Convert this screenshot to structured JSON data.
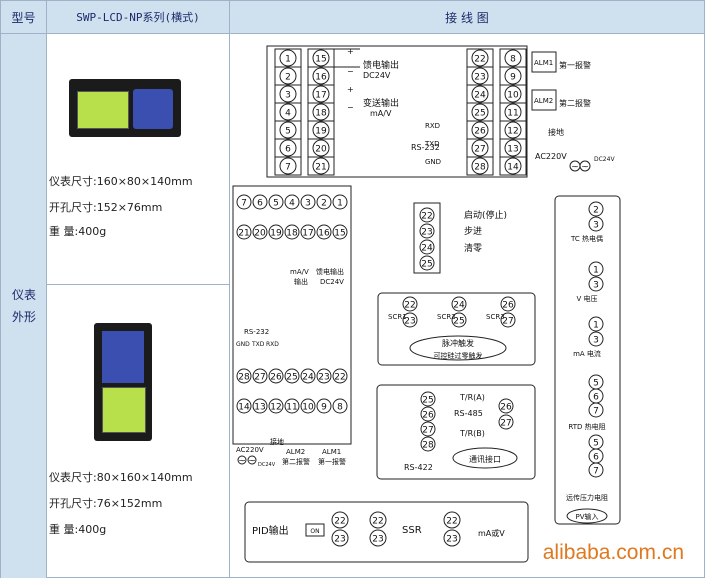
{
  "header": {
    "col_type": "型号",
    "col_model": "SWP-LCD-NP系列(横式)",
    "col_wiring": "接 线 图"
  },
  "row_label": "仪表外形",
  "meter_h": {
    "size": "仪表尺寸:160×80×140mm",
    "hole": "开孔尺寸:152×76mm",
    "weight": "重 量:400g"
  },
  "meter_v": {
    "size": "仪表尺寸:80×160×140mm",
    "hole": "开孔尺寸:76×152mm",
    "weight": "重 量:400g"
  },
  "diagram": {
    "top_left_terms": [
      "1",
      "2",
      "3",
      "4",
      "5",
      "6",
      "7"
    ],
    "top_mid_terms": [
      "15",
      "16",
      "17",
      "18",
      "19",
      "20",
      "21"
    ],
    "top_right_terms_a": [
      "22",
      "23",
      "24",
      "25",
      "26",
      "27",
      "28"
    ],
    "top_right_terms_b": [
      "8",
      "9",
      "10",
      "11",
      "12",
      "13",
      "14"
    ],
    "feed_out": "馈电输出",
    "dc24v": "DC24V",
    "trans_out": "变送输出",
    "ma_v": "mA/V",
    "alm1": "ALM1",
    "alm1_text": "第一报警",
    "alm2": "ALM2",
    "alm2_text": "第二报警",
    "ground": "接地",
    "rs232": "RS-232",
    "rxd": "RXD",
    "txd": "TXD",
    "gnd": "GND",
    "ac220v": "AC220V",
    "v_top_row": [
      "7",
      "6",
      "5",
      "4",
      "3",
      "2",
      "1"
    ],
    "v_row2": [
      "21",
      "20",
      "19",
      "18",
      "17",
      "16",
      "15"
    ],
    "v_row3": [
      "28",
      "27",
      "26",
      "25",
      "24",
      "23",
      "22"
    ],
    "v_row4": [
      "14",
      "13",
      "12",
      "11",
      "10",
      "9",
      "8"
    ],
    "v_out1": "mA/V\n输出",
    "v_out2": "馈电输出\nDC24V",
    "alm2_two": "ALM2\n第二报警",
    "alm1_two": "ALM1\n第一报警",
    "start": "启动(停止)",
    "step": "步进",
    "clear": "清零",
    "scr1": "SCR1",
    "scr2": "SCR2",
    "scr3": "SCR3",
    "pulse": "脉冲触发",
    "thyristor": "可控硅过零触发",
    "rs485": "RS-485",
    "rs422": "RS-422",
    "comm": "通讯接口",
    "tr_a": "T/R(A)",
    "tr_b": "T/R(B)",
    "tc": "TC 热电偶",
    "vv": "V 电压",
    "ma": "mA  电流",
    "rtd": "RTD 热电阻",
    "remote": "远传压力电阻",
    "pv": "PV输入",
    "pid": "PID输出",
    "on": "ON",
    "ssr": "SSR",
    "ma_or_v": "mA或V"
  },
  "watermark": "alibaba.com.cn"
}
